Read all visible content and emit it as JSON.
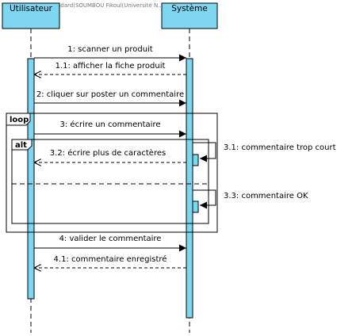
{
  "watermark": "Visual Paradigm Standard(SOUMBOU Fikoul(Université N...",
  "participants": [
    {
      "name": "Utilisateur"
    },
    {
      "name": "Système"
    }
  ],
  "fragments": {
    "loop": "loop",
    "alt": "alt"
  },
  "messages": [
    {
      "label": "1: scanner un produit"
    },
    {
      "label": "1.1: afficher la fiche produit"
    },
    {
      "label": "2: cliquer sur poster un commentaire"
    },
    {
      "label": "3: écrire un commentaire"
    },
    {
      "label": "3.1: commentaire trop court"
    },
    {
      "label": "3.2: écrire plus de caractères"
    },
    {
      "label": "3.3: commentaire OK"
    },
    {
      "label": "4: valider le commentaire"
    },
    {
      "label": "4.1: commentaire enregistré"
    }
  ],
  "colors": {
    "participant_fill": "#7fd6f0",
    "activation_fill": "#7fd6f0",
    "line": "#000000"
  }
}
